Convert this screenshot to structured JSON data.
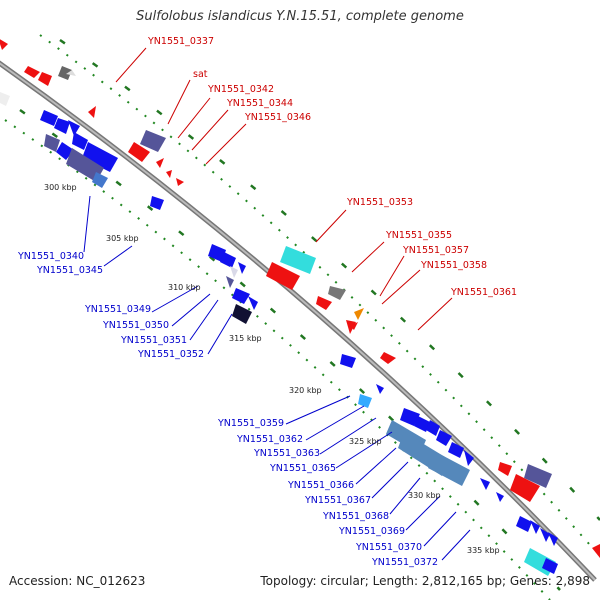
{
  "title": "Sulfolobus islandicus Y.N.15.51, complete genome",
  "accession": "Accession: NC_012623",
  "topology": "Topology: circular; Length: 2,812,165 bp; Genes: 2,898",
  "colors": {
    "forward": "#ee1111",
    "reverse": "#1111ee",
    "backbone": "#888888",
    "gc_tick": "#227722",
    "label_forward": "#cc0000",
    "label_reverse": "#0000cc",
    "cyan": "#22dddd",
    "steel": "#5588bb",
    "gray": "#777777",
    "orange": "#ee8800",
    "purple": "#555599"
  },
  "kbp_labels": [
    "300 kbp",
    "305 kbp",
    "310 kbp",
    "315 kbp",
    "320 kbp",
    "325 kbp",
    "330 kbp",
    "335 kbp"
  ],
  "forward_labels": [
    "YN1551_0337",
    "sat",
    "YN1551_0342",
    "YN1551_0344",
    "YN1551_0346",
    "YN1551_0353",
    "YN1551_0355",
    "YN1551_0357",
    "YN1551_0358",
    "YN1551_0361"
  ],
  "reverse_labels": [
    "YN1551_0340",
    "YN1551_0345",
    "YN1551_0349",
    "YN1551_0350",
    "YN1551_0351",
    "YN1551_0352",
    "YN1551_0359",
    "YN1551_0362",
    "YN1551_0363",
    "YN1551_0365",
    "YN1551_0366",
    "YN1551_0367",
    "YN1551_0368",
    "YN1551_0369",
    "YN1551_0370",
    "YN1551_0372"
  ]
}
